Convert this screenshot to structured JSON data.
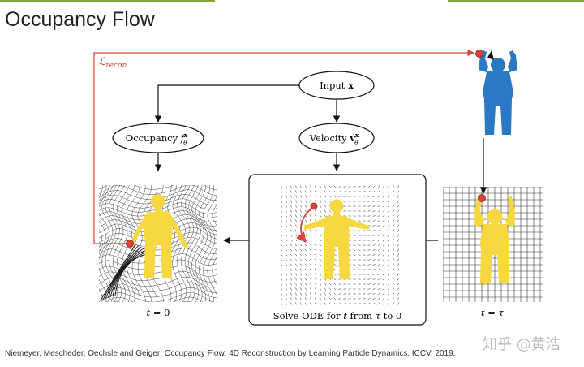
{
  "title": "Occupancy Flow",
  "loss_label": "ℒ",
  "loss_subscript": "recon",
  "nodes": {
    "input": {
      "label": "Input",
      "symbol": "x"
    },
    "occupancy": {
      "label": "Occupancy",
      "symbol": "f",
      "superscript": "x",
      "subscript": "θ"
    },
    "velocity": {
      "label": "Velocity",
      "symbol": "v",
      "superscript": "x",
      "subscript": "θ"
    }
  },
  "ode_caption": {
    "prefix": "Solve ODE for",
    "var": "t",
    "from_word": "from",
    "tau": "τ",
    "to_word": "to",
    "zero": "0"
  },
  "time_labels": {
    "left": {
      "var": "t",
      "eq": "=",
      "value": "0"
    },
    "right": {
      "var": "t",
      "eq": "=",
      "value": "τ"
    }
  },
  "citation": "Niemeyer, Mescheder, Oechsle and Geiger: Occupancy Flow: 4D Reconstruction by Learning Particle Dynamics. ICCV, 2019.",
  "watermark": "知乎 @黄浩",
  "colors": {
    "loss_red": "#d9443a",
    "figure_yellow": "#f7d840",
    "figure_blue": "#2b78c4",
    "accent_green": "#7ea83a"
  }
}
